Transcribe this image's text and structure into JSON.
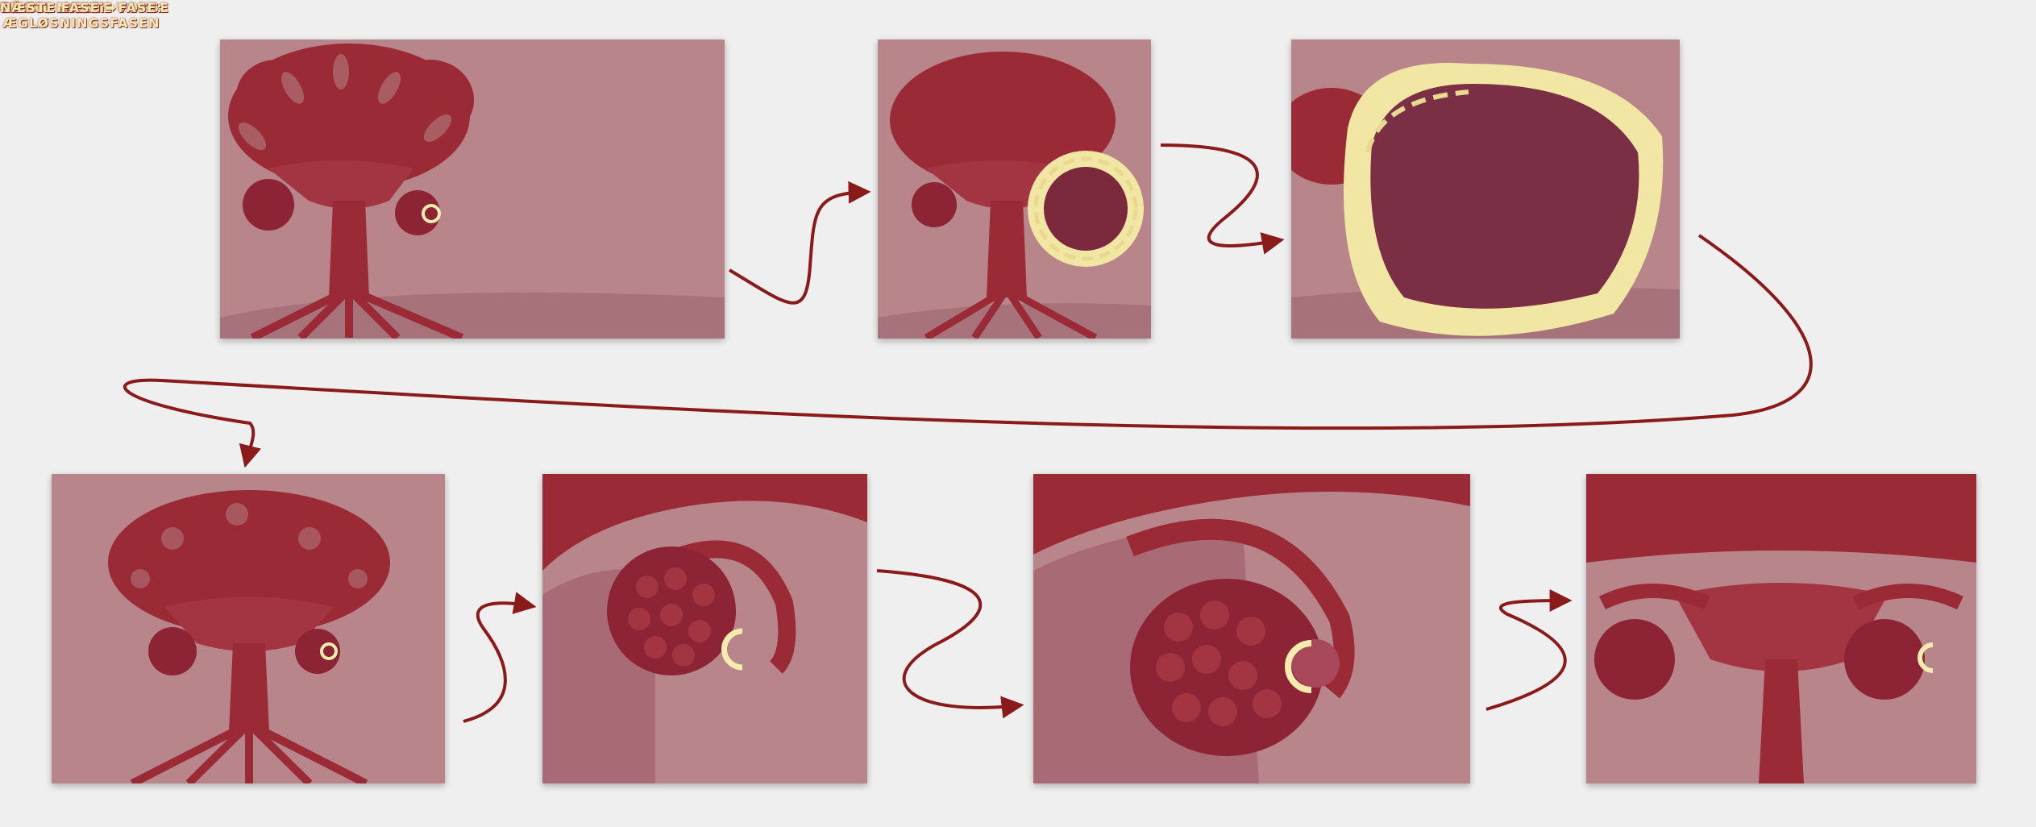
{
  "frames": [
    {
      "id": "frame-1",
      "title": "TRYK",
      "subtitle": "SE FOLLIKLEN VOKSE"
    },
    {
      "id": "frame-2"
    },
    {
      "id": "frame-3",
      "label_line1": "GÅ TIL NÆSTE FASE:",
      "label_line2": "ÆGLØSNINGSFASEN",
      "button": "NÆSTE FASE",
      "button_arrow": "➡"
    },
    {
      "id": "frame-4"
    },
    {
      "id": "frame-5"
    },
    {
      "id": "frame-6"
    },
    {
      "id": "frame-7"
    }
  ],
  "colors": {
    "canvas": "#efefef",
    "frame_bg": "#b8858a",
    "tree": "#9a2a35",
    "tree_dark": "#7a1f2c",
    "uterus": "#a33543",
    "follicle": "#8c2436",
    "highlight": "#f7ecb0",
    "arrow": "#8b1a1a"
  }
}
